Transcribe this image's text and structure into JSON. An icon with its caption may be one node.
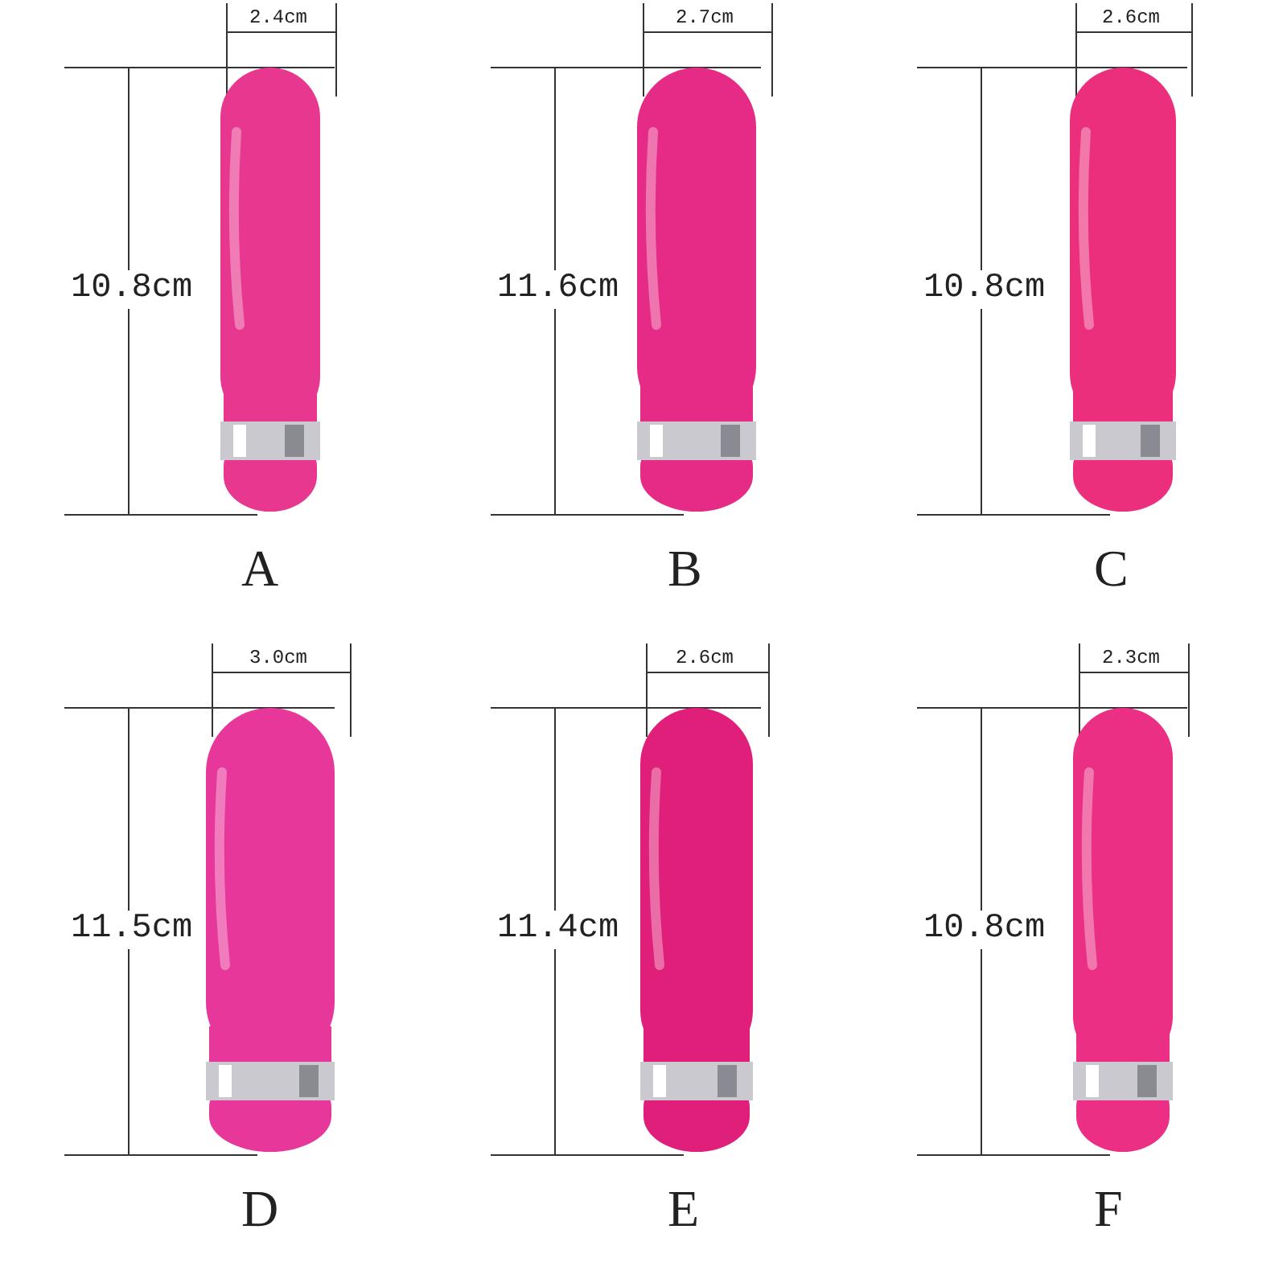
{
  "diagram": {
    "labels": [
      "2.4cm",
      "2.7cm",
      "2.6cm",
      "10.8cm",
      "11.6cm",
      "10.8cm",
      "A",
      "B",
      "C",
      "3.0cm",
      "2.6cm",
      "2.3cm",
      "11.5cm",
      "11.4cm",
      "10.8cm",
      "D",
      "E",
      "F"
    ]
  }
}
